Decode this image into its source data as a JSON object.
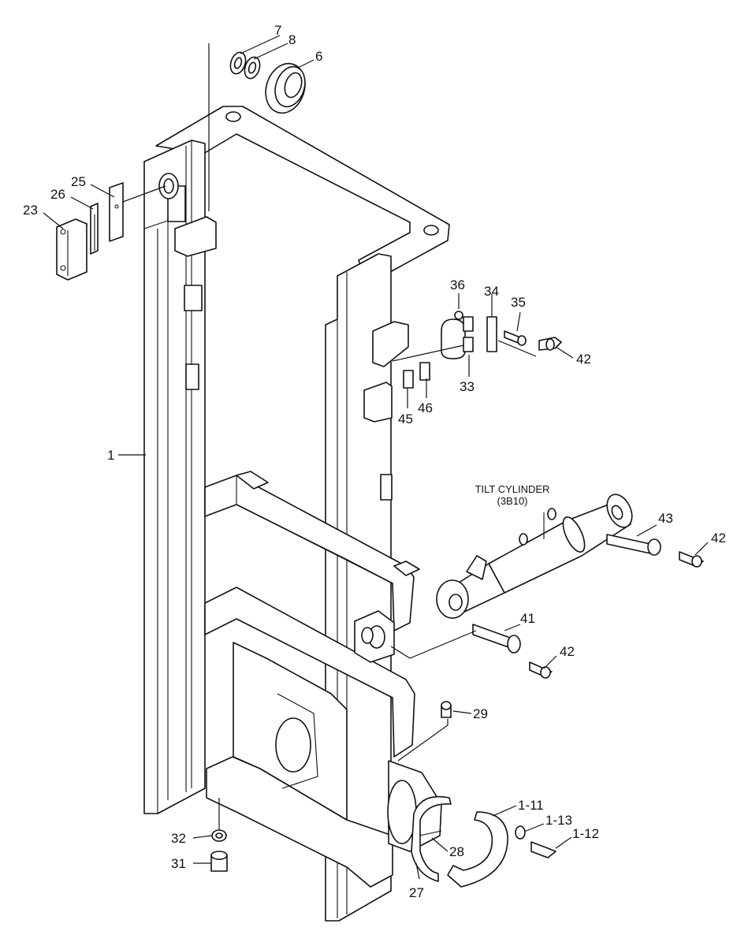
{
  "diagram": {
    "caption": {
      "title": "TILT CYLINDER",
      "code": "(3B10)"
    },
    "callouts": {
      "c1": "1",
      "c6": "6",
      "c7": "7",
      "c8": "8",
      "c23": "23",
      "c25": "25",
      "c26": "26",
      "c27": "27",
      "c28": "28",
      "c29": "29",
      "c31": "31",
      "c32": "32",
      "c33": "33",
      "c34": "34",
      "c35": "35",
      "c36": "36",
      "c41": "41",
      "c42a": "42",
      "c42b": "42",
      "c42c": "42",
      "c43": "43",
      "c45": "45",
      "c46": "46",
      "c1_11": "1-11",
      "c1_12": "1-12",
      "c1_13": "1-13"
    }
  }
}
